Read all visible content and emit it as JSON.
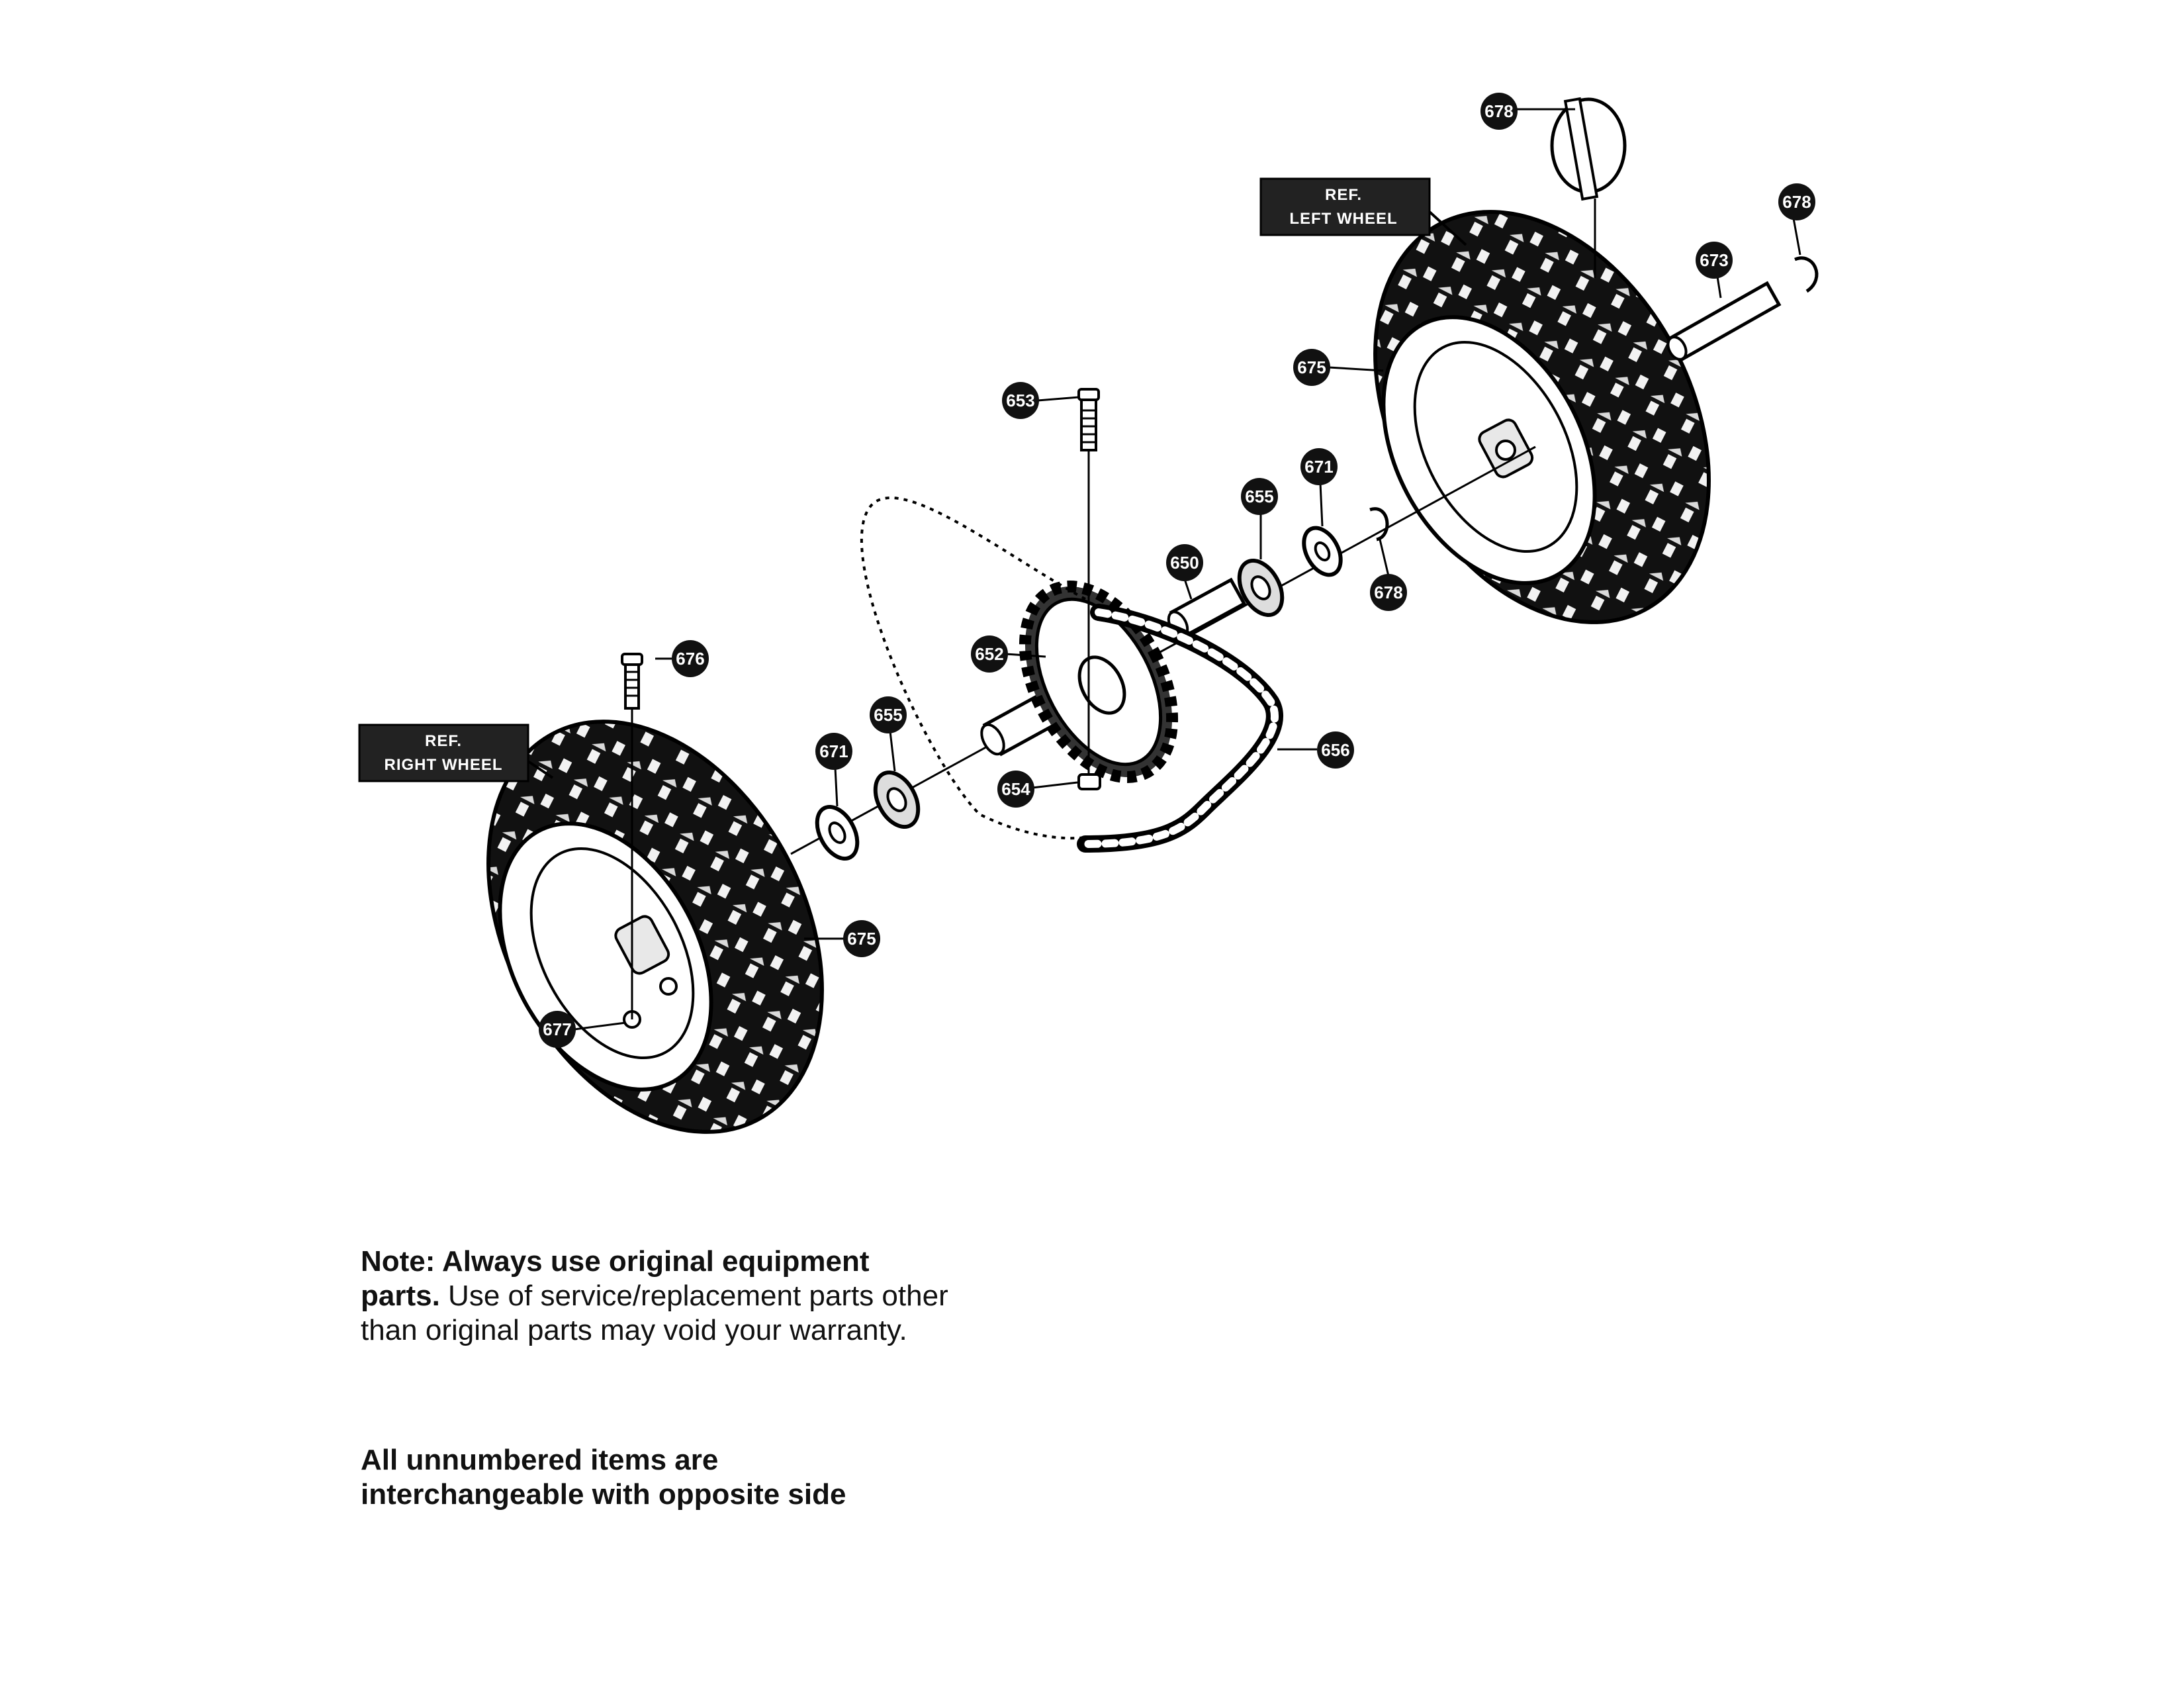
{
  "labels": {
    "ref_left": [
      "REF.",
      "LEFT WHEEL"
    ],
    "ref_right": [
      "REF.",
      "RIGHT WHEEL"
    ]
  },
  "callouts": [
    "678",
    "678",
    "673",
    "675",
    "653",
    "671",
    "655",
    "650",
    "678",
    "652",
    "676",
    "671",
    "655",
    "656",
    "654",
    "675",
    "677"
  ],
  "notes": {
    "note1_bold": "Note: Always use original equipment parts.",
    "note1_rest": " Use of service/replacement parts other than original parts may void your warranty.",
    "note2": "All unnumbered items are interchangeable with opposite side"
  }
}
